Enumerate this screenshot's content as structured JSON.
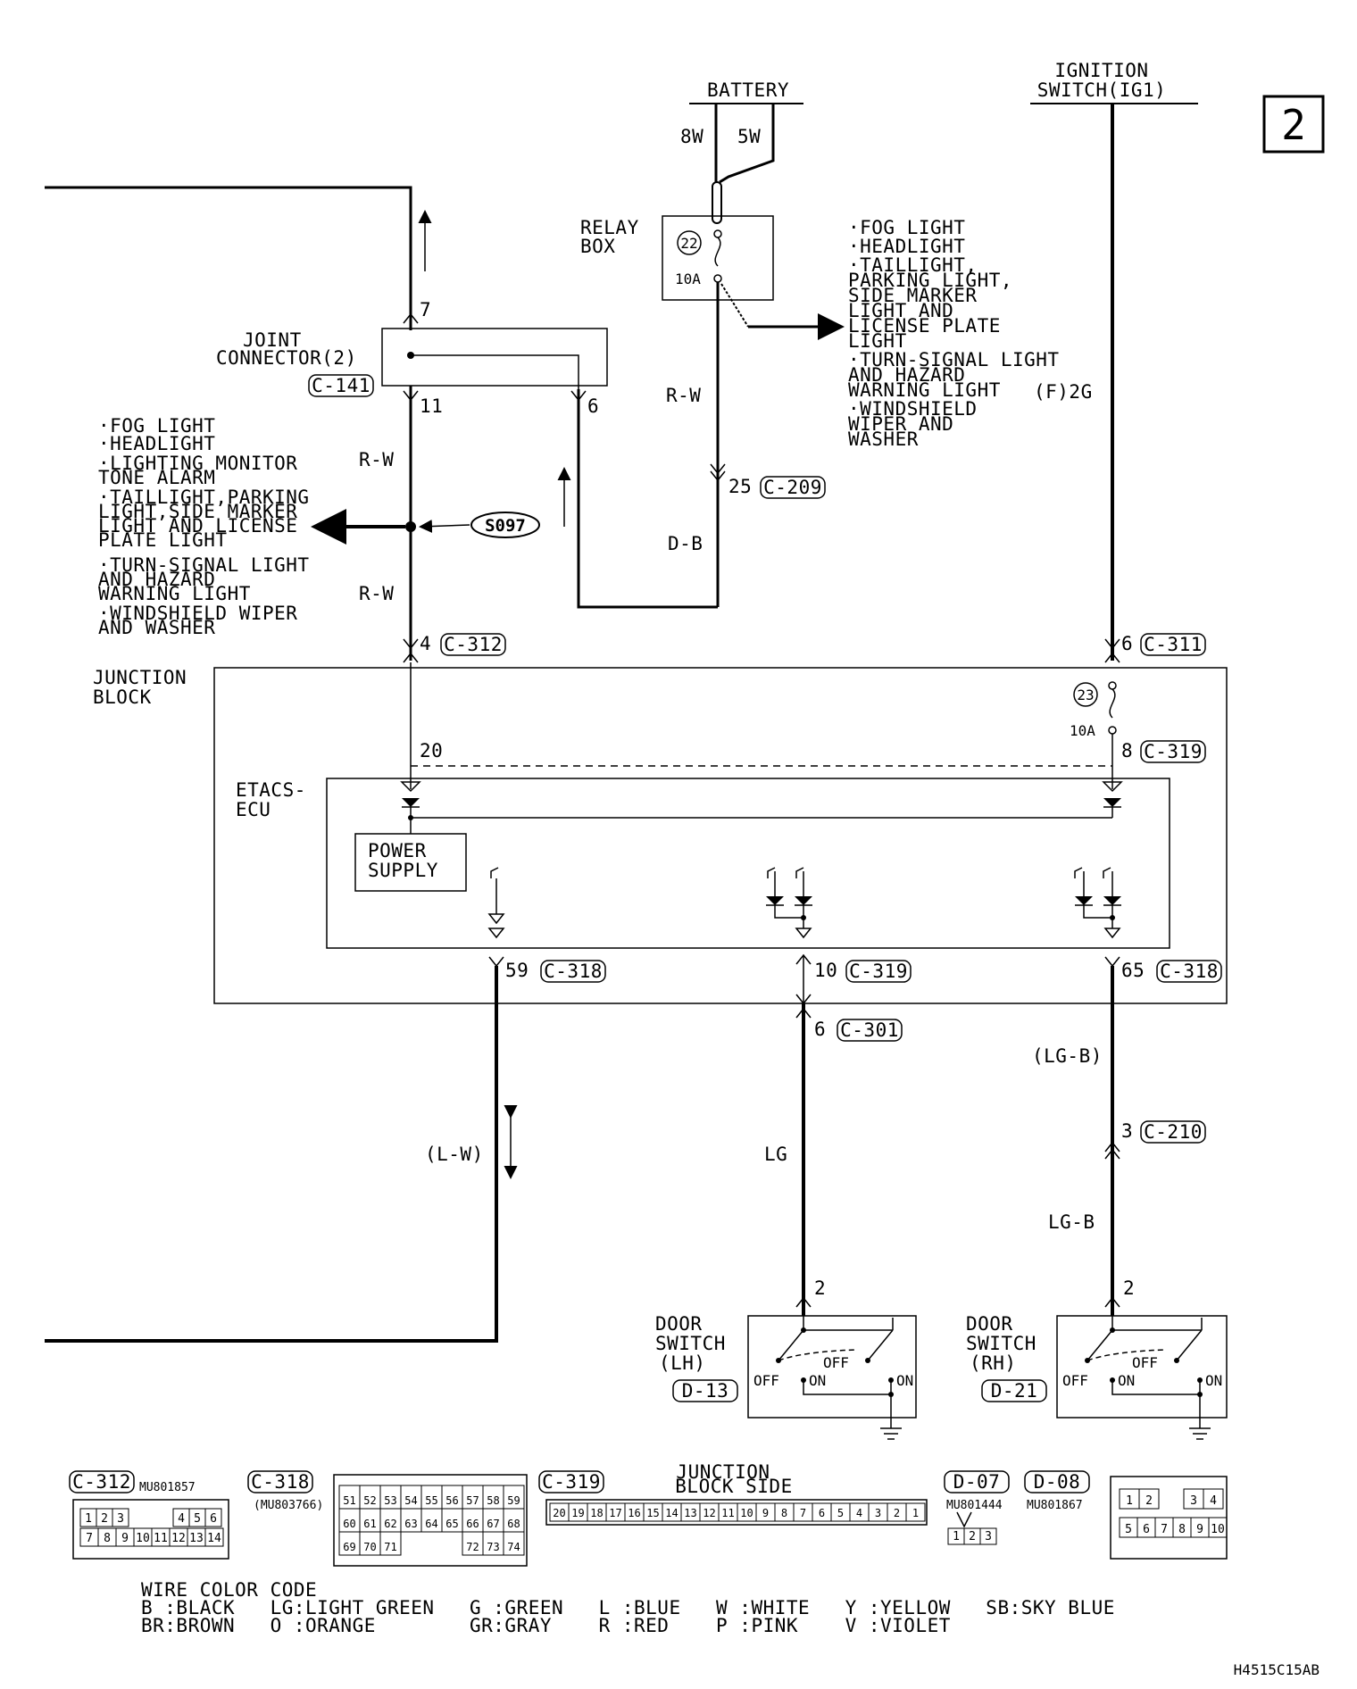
{
  "page_number": "2",
  "figure_id": "H4515C15AB",
  "battery": {
    "title": "BATTERY",
    "wire_left": "8W",
    "wire_right": "5W"
  },
  "ignition": {
    "line1": "IGNITION",
    "line2": "SWITCH(IG1)"
  },
  "relay_box": {
    "line1": "RELAY",
    "line2": "BOX",
    "fuse_no": "22",
    "rating": "10A"
  },
  "relay_branch_list": [
    "·FOG LIGHT",
    "·HEADLIGHT",
    "·TAILLIGHT,",
    " PARKING LIGHT,",
    " SIDE MARKER",
    " LIGHT AND",
    " LICENSE PLATE",
    " LIGHT",
    "·TURN-SIGNAL LIGHT",
    " AND HAZARD",
    " WARNING LIGHT",
    "·WINDSHIELD",
    " WIPER AND",
    " WASHER"
  ],
  "relay_ref": "(F)2G",
  "joint_connector": {
    "line1": "JOINT",
    "line2": "CONNECTOR(2)",
    "conn": "C-141",
    "pin7": "7",
    "pin11": "11",
    "pin6": "6"
  },
  "splice": "S097",
  "left_branch_list": [
    "·FOG LIGHT",
    "·HEADLIGHT",
    "·LIGHTING MONITOR",
    " TONE ALARM",
    "·TAILLIGHT,PARKING",
    " LIGHT,SIDE MARKER",
    " LIGHT AND LICENSE",
    " PLATE LIGHT",
    "·TURN-SIGNAL LIGHT",
    " AND HAZARD",
    " WARNING LIGHT",
    "·WINDSHIELD WIPER",
    " AND WASHER"
  ],
  "wires": {
    "rw1": "R-W",
    "rw2": "R-W",
    "rw3": "R-W",
    "db": "D-B",
    "lw": "(L-W)",
    "lg": "LG",
    "lgb_paren": "(LG-B)",
    "lgb": "LG-B"
  },
  "pins": {
    "p25": "25",
    "c209": "C-209",
    "p4": "4",
    "c312": "C-312",
    "p6": "6",
    "c311": "C-311",
    "p8": "8",
    "c319a": "C-319",
    "p20": "20",
    "p59": "59",
    "c318a": "C-318",
    "p10": "10",
    "c319b": "C-319",
    "p65": "65",
    "c318b": "C-318",
    "p6b": "6",
    "c301": "C-301",
    "p3": "3",
    "c210": "C-210",
    "p2l": "2",
    "p2r": "2"
  },
  "junction_block": {
    "line1": "JUNCTION",
    "line2": "BLOCK",
    "fuse_no": "23",
    "rating": "10A"
  },
  "etacs": {
    "line1": "ETACS-",
    "line2": "ECU",
    "ps1": "POWER",
    "ps2": "SUPPLY"
  },
  "door_lh": {
    "line1": "DOOR",
    "line2": "SWITCH",
    "line3": "(LH)",
    "conn": "D-13",
    "off1": "OFF",
    "off2": "OFF",
    "on1": "ON",
    "on2": "ON"
  },
  "door_rh": {
    "line1": "DOOR",
    "line2": "SWITCH",
    "line3": "(RH)",
    "conn": "D-21",
    "off1": "OFF",
    "off2": "OFF",
    "on1": "ON",
    "on2": "ON"
  },
  "connectors": {
    "c312": {
      "name": "C-312",
      "part": "MU801857",
      "row1": [
        "1",
        "2",
        "3",
        "",
        "4",
        "5",
        "6"
      ],
      "row2": [
        "7",
        "8",
        "9",
        "10",
        "11",
        "12",
        "13",
        "14"
      ]
    },
    "c318": {
      "name": "C-318",
      "part": "(MU803766)",
      "row1": [
        "51",
        "52",
        "53",
        "54",
        "55",
        "56",
        "57",
        "58",
        "59"
      ],
      "row2": [
        "60",
        "61",
        "62",
        "63",
        "64",
        "65",
        "66",
        "67",
        "68"
      ],
      "row3": [
        "69",
        "70",
        "71",
        "",
        "",
        "",
        "72",
        "73",
        "74"
      ]
    },
    "c319": {
      "name": "C-319",
      "title1": "JUNCTION",
      "title2": "BLOCK SIDE",
      "pins": [
        "20",
        "19",
        "18",
        "17",
        "16",
        "15",
        "14",
        "13",
        "12",
        "11",
        "10",
        "9",
        "8",
        "7",
        "6",
        "5",
        "4",
        "3",
        "2",
        "1"
      ]
    },
    "d07": {
      "name": "D-07",
      "part": "MU801444",
      "pins": [
        "1",
        "2",
        "3"
      ]
    },
    "d08": {
      "name": "D-08",
      "part": "MU801867",
      "row1": [
        "1",
        "2",
        "",
        "3",
        "4"
      ],
      "row2": [
        "5",
        "6",
        "7",
        "8",
        "9",
        "10"
      ]
    }
  },
  "wire_color_code": {
    "title": "WIRE COLOR CODE",
    "line1": "B :BLACK   LG:LIGHT GREEN   G :GREEN   L :BLUE   W :WHITE   Y :YELLOW   SB:SKY BLUE",
    "line2": "BR:BROWN   O :ORANGE        GR:GRAY    R :RED    P :PINK    V :VIOLET"
  }
}
